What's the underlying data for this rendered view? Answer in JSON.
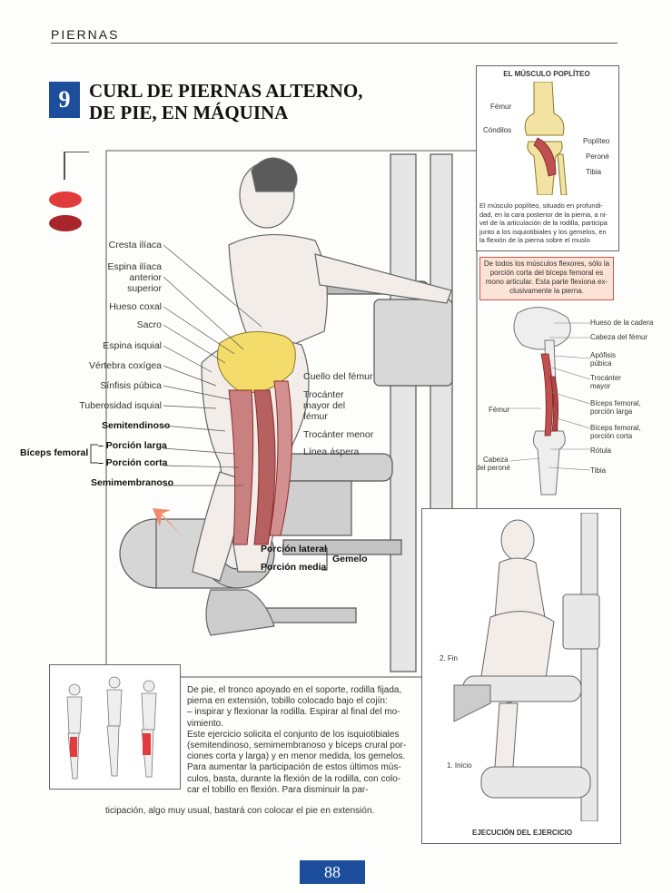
{
  "header": {
    "section": "PIERNAS"
  },
  "exercise": {
    "number": "9",
    "title_line1": "CURL DE PIERNAS ALTERNO,",
    "title_line2": "DE PIE, EN MÁQUINA"
  },
  "main_labels_left": [
    [
      "Cresta ilíaca"
    ],
    [
      "Espina ilíaca",
      "anterior",
      "superior"
    ],
    [
      "Hueso coxal"
    ],
    [
      "Sacro"
    ],
    [
      "Espina isquial"
    ],
    [
      "Vértebra coxígea"
    ],
    [
      "Sínfisis púbica"
    ],
    [
      "Tuberosidad isquial"
    ]
  ],
  "muscles_left": {
    "semitendinoso": "Semitendinoso",
    "biceps_femoral": "Bíceps femoral",
    "porcion_larga": "– Porción larga",
    "porcion_corta": "– Porción corta",
    "semimembranoso": "Semimembranoso"
  },
  "main_labels_right": {
    "cuello": "Cuello del fémur",
    "trocanter_mayor": [
      "Trocánter",
      "mayor del",
      "fémur"
    ],
    "trocanter_menor": "Trocánter menor",
    "linea_aspera": "Línea áspera"
  },
  "gemelo": {
    "lateral": "Porción lateral",
    "media": "Porción media",
    "name": "Gemelo"
  },
  "popliteo_box": {
    "title": "EL MÚSCULO POPLÍTEO",
    "labels": {
      "femur": "Fémur",
      "condilos": "Cóndilos",
      "popliteo": "Poplíteo",
      "perone": "Peroné",
      "tibia": "Tibia"
    },
    "caption": [
      "El músculo poplíteo, situado en profundi-",
      "dad, en la cara posterior de la pierna, a ni-",
      "vel de la articulación de la rodilla, participa",
      "junto a los isquiotibiales y los gemelos, en",
      "la flexión de la pierna sobre el muslo"
    ]
  },
  "note": "De todos los músculos flexores, sólo la porción corta del bíceps femoral es mono articular. Esta parte flexiona ex- clusivamente la pierna.",
  "leg_box": {
    "hueso_cadera": "Hueso de la cadera",
    "cabeza_femur": "Cabeza del fémur",
    "apofisis": [
      "Apófisis",
      "púbica"
    ],
    "trocanter": [
      "Trocánter",
      "mayor"
    ],
    "biceps_larga": [
      "Bíceps femoral,",
      "porción larga"
    ],
    "biceps_corta": [
      "Bíceps femoral,",
      "porción corta"
    ],
    "rotula": "Rótula",
    "tibia": "Tibia",
    "femur": "Fémur",
    "cabeza_perone": [
      "Cabeza",
      "del peroné"
    ]
  },
  "execution": {
    "fin": "2. Fin",
    "inicio": "1. Inicio",
    "caption": "EJECUCIÓN DEL EJERCICIO"
  },
  "description": [
    "De pie, el tronco apoyado en el soporte, rodilla fijada,",
    "pierna en extensión, tobillo colocado bajo el cojín:",
    "– inspirar y flexionar la rodilla. Espirar al final del mo-",
    "vimiento.",
    "Este ejercicio solicita el conjunto de los isquiotibiales",
    "(semitendinoso, semimembranoso y bíceps crural por-",
    "ciones corta y larga) y en menor medida, los gemelos.",
    "Para aumentar la participación de estos últimos mús-",
    "culos, basta, durante la flexión de la rodilla, con colo-",
    "car el tobillo en flexión. Para disminuir la par-",
    "ticipación, algo muy usual, bastará con colocar el pie en extensión."
  ],
  "page_number": "88",
  "colors": {
    "accent": "#1d4e9b",
    "muscle_red": "#e23b3b",
    "muscle_dark": "#a7252b",
    "note_bg": "#fbe3d5"
  }
}
